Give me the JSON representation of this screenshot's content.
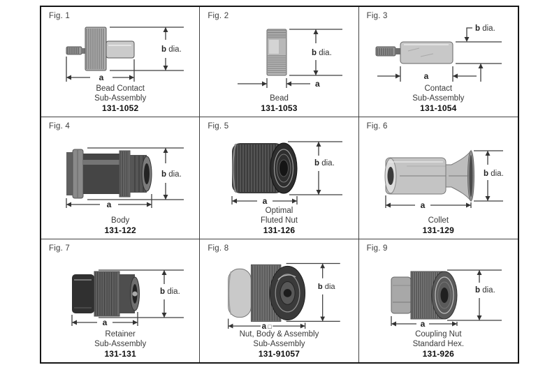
{
  "colors": {
    "outer_border": "#161616",
    "inner_border": "#424242",
    "text": "#393939",
    "part_number_text": "#0f0f0f"
  },
  "figures": [
    {
      "fig_label": "Fig. 1",
      "name_lines": [
        "Bead Contact",
        "Sub-Assembly"
      ],
      "part_number": "131-1052",
      "dim_a": "a",
      "dim_b_letter": "b",
      "dim_b_word": " dia."
    },
    {
      "fig_label": "Fig. 2",
      "name_lines": [
        "Bead"
      ],
      "part_number": "131-1053",
      "dim_a": "a",
      "dim_b_letter": "b",
      "dim_b_word": " dia."
    },
    {
      "fig_label": "Fig. 3",
      "name_lines": [
        "Contact",
        "Sub-Assembly"
      ],
      "part_number": "131-1054",
      "dim_a": "a",
      "dim_b_letter": "b",
      "dim_b_word": " dia."
    },
    {
      "fig_label": "Fig. 4",
      "name_lines": [
        "Body"
      ],
      "part_number": "131-122",
      "dim_a": "a",
      "dim_b_letter": "b",
      "dim_b_word": " dia."
    },
    {
      "fig_label": "Fig. 5",
      "name_lines": [
        "Optimal",
        "Fluted Nut"
      ],
      "part_number": "131-126",
      "dim_a": "a",
      "dim_b_letter": "b",
      "dim_b_word": " dia."
    },
    {
      "fig_label": "Fig. 6",
      "name_lines": [
        "Collet"
      ],
      "part_number": "131-129",
      "dim_a": "a",
      "dim_b_letter": "b",
      "dim_b_word": " dia."
    },
    {
      "fig_label": "Fig. 7",
      "name_lines": [
        "Retainer",
        "Sub-Assembly"
      ],
      "part_number": "131-131",
      "dim_a": "a",
      "dim_b_letter": "b",
      "dim_b_word": " dia."
    },
    {
      "fig_label": "Fig. 8",
      "name_lines": [
        "Nut, Body & Assembly",
        "Sub-Assembly"
      ],
      "part_number": "131-91057",
      "dim_a": "a",
      "dim_a_suffix": " □",
      "dim_b_letter": "b",
      "dim_b_word": " dia"
    },
    {
      "fig_label": "Fig. 9",
      "name_lines": [
        "Coupling Nut",
        "Standard Hex."
      ],
      "part_number": "131-926",
      "dim_a": "a",
      "dim_b_letter": "b",
      "dim_b_word": " dia."
    }
  ]
}
